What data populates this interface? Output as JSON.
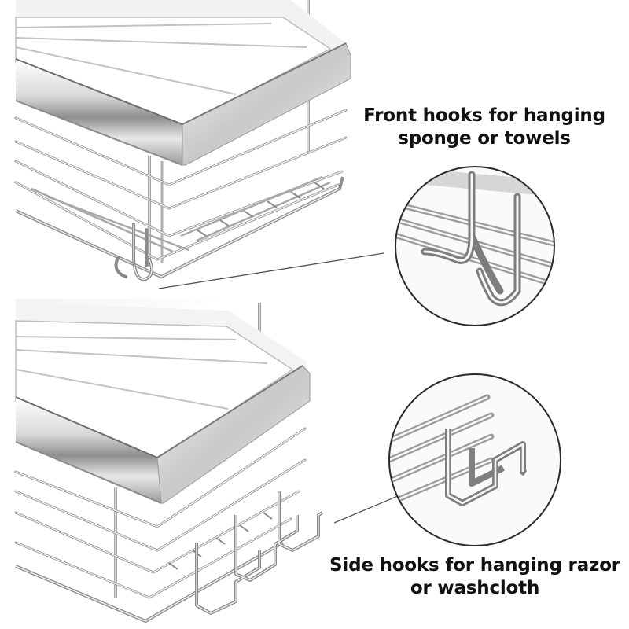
{
  "callouts": {
    "front": {
      "line1": "Front hooks for hanging",
      "line2": "sponge or towels"
    },
    "side": {
      "line1": "Side hooks for hanging razor",
      "line2": "or washcloth"
    }
  },
  "colors": {
    "steel_light": "#f4f4f4",
    "steel_mid": "#bdbdbd",
    "steel_dark": "#5a5a5a",
    "text": "#111111"
  },
  "icons": {
    "front_hook_detail": "front-hook-zoom-icon",
    "side_hook_detail": "side-hook-zoom-icon"
  }
}
